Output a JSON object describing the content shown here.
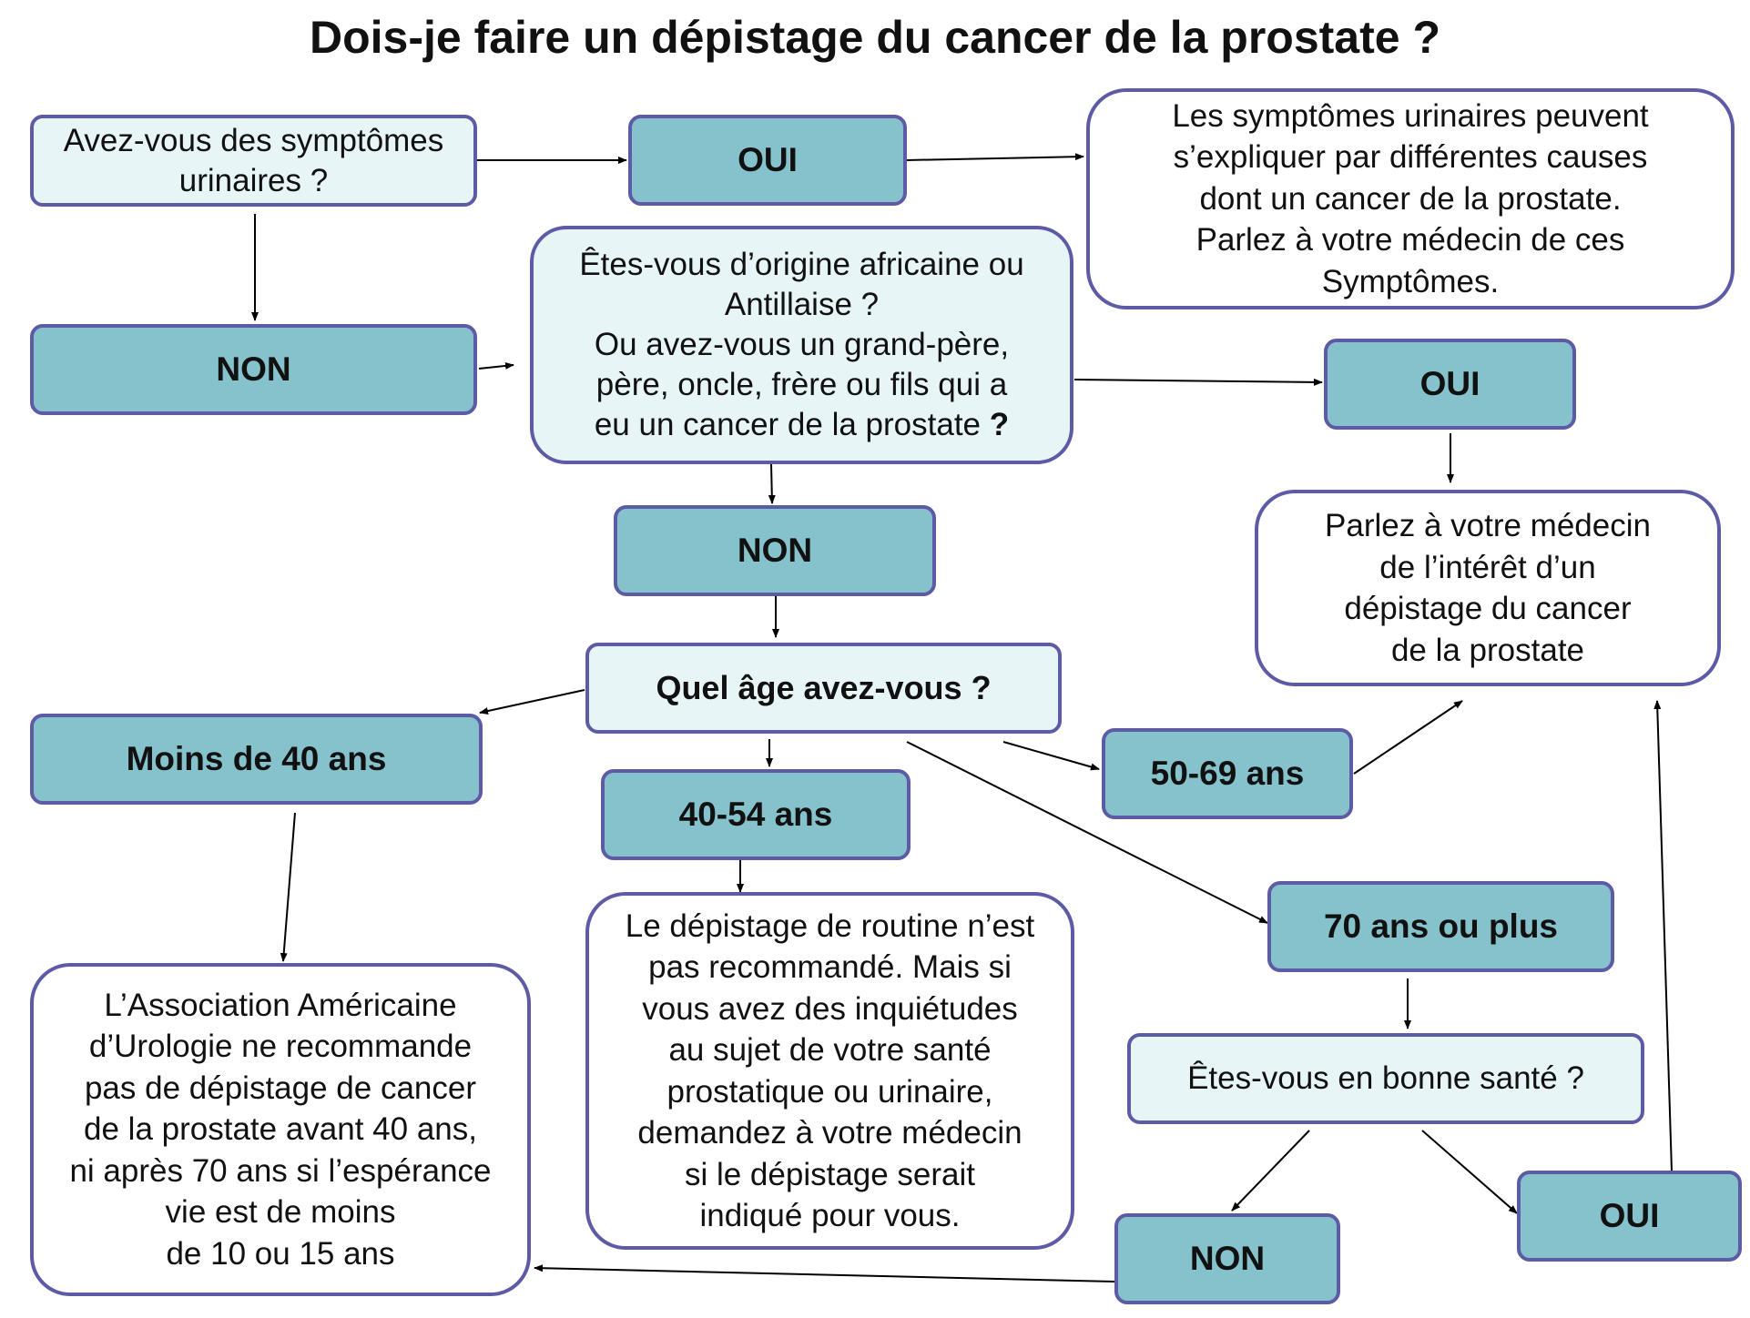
{
  "title": "Dois-je faire un dépistage du cancer de la prostate ?",
  "colors": {
    "answer_fill": "#86c2cc",
    "question_fill": "#e7f5f7",
    "info_fill": "#ffffff",
    "border": "#5d5aa6",
    "arrow": "#000000"
  },
  "nodes": {
    "q_symptoms": "Avez-vous des symptômes\nurinaires ?",
    "a_oui_1": "OUI",
    "info_symptoms": "Les symptômes urinaires peuvent\ns’expliquer par différentes causes\ndont un cancer de la prostate.\nParlez à votre médecin de ces\nSymptômes.",
    "a_non_1": "NON",
    "q_origin_main": "Êtes-vous d’origine africaine ou\nAntillaise ?\nOu avez-vous un grand-père,\npère, oncle, frère ou fils qui a\neu un cancer de la prostate",
    "q_origin_mark": " ?",
    "a_oui_2": "OUI",
    "info_talk": "Parlez à votre médecin\nde l’intérêt d’un\ndépistage  du cancer\nde la prostate",
    "a_non_2": "NON",
    "q_age": "Quel âge avez-vous ?",
    "a_under40": "Moins de 40 ans",
    "a_40_54": "40-54 ans",
    "a_50_69": "50-69 ans",
    "a_70plus": "70 ans ou plus",
    "info_aua": "L’Association Américaine\nd’Urologie ne recommande\npas de dépistage de cancer\nde la prostate avant 40 ans,\nni après 70 ans  si l’espérance\nvie est de moins\nde 10 ou 15 ans",
    "info_routine": "Le dépistage de routine n’est\npas recommandé. Mais si\nvous avez des inquiétudes\nau sujet de votre santé\nprostatique ou urinaire,\ndemandez à votre médecin\nsi le dépistage serait\nindiqué pour vous.",
    "q_health": "Êtes-vous en bonne santé ?",
    "a_non_3": "NON",
    "a_oui_3": "OUI"
  }
}
